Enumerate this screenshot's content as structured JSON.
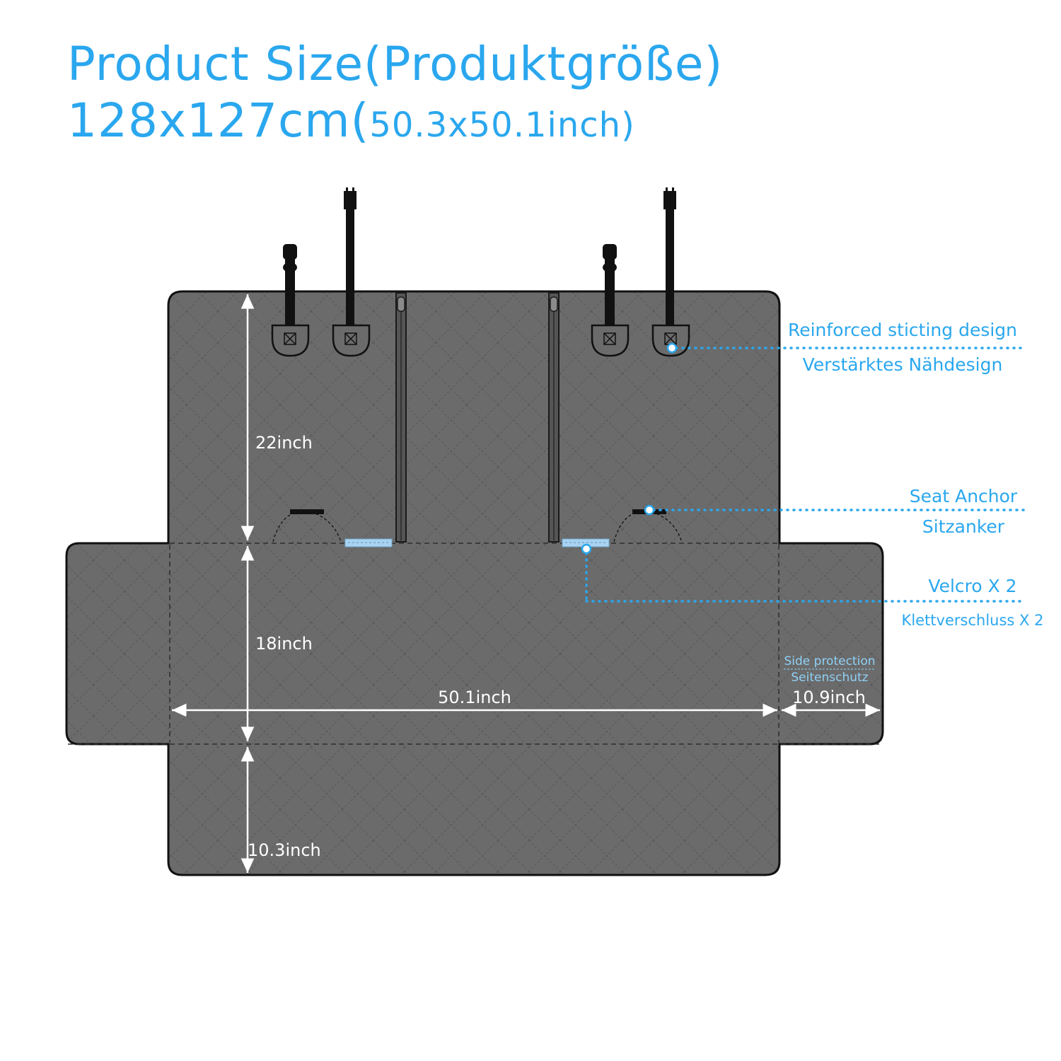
{
  "title": {
    "line1": "Product Size(Produktgröße)",
    "line2_main": "128x127cm(",
    "line2_sub": "50.3x50.1inch)"
  },
  "dimensions": {
    "backrest_height": "22inch",
    "seat_depth": "18inch",
    "width": "50.1inch",
    "side_flap": "10.9inch",
    "front_flap": "10.3inch"
  },
  "callouts": {
    "stitching_en": "Reinforced sticting design",
    "stitching_de": "Verstärktes Nähdesign",
    "anchor_en": "Seat Anchor",
    "anchor_de": "Sitzanker",
    "velcro_en": "Velcro X 2",
    "velcro_de": "Klettverschluss X 2",
    "side_en": "Side protection",
    "side_de": "Seitenschutz"
  },
  "colors": {
    "accent": "#2aa7ee",
    "fabric": "#6b6b6b",
    "outline": "#111111",
    "velcro": "#a9d3f0"
  }
}
